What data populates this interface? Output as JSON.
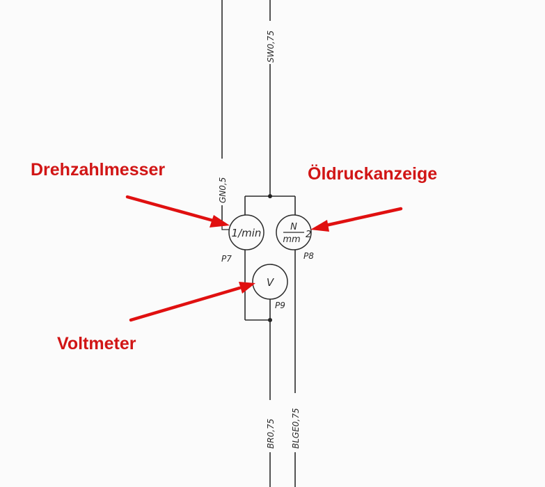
{
  "callouts": {
    "tachometer": "Drehzahlmesser",
    "oil_pressure": "Öldruckanzeige",
    "voltmeter": "Voltmeter"
  },
  "wires": {
    "gn": "GN0,5",
    "sw": "SW0,75",
    "br": "BR0,75",
    "blge": "BLGE0,75"
  },
  "gauges": {
    "p7": {
      "id": "P7",
      "unit": "1/min"
    },
    "p8": {
      "id": "P8",
      "numerator": "N",
      "denominator": "mm",
      "exponent": "2"
    },
    "p9": {
      "id": "P9",
      "unit": "V"
    }
  },
  "colors": {
    "callout": "#d11515",
    "wire": "#2b2b2b"
  }
}
